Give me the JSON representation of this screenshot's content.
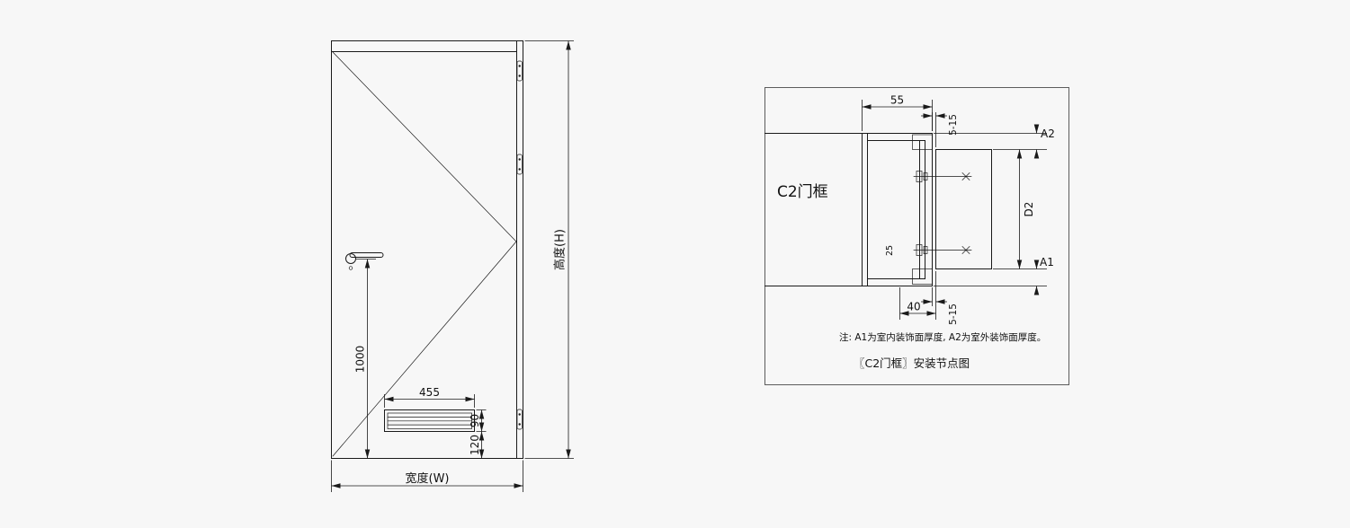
{
  "page": {
    "background": "#f7f7f7",
    "line_color": "#1a1a1a",
    "description_kind": "door elevation and frame installation detail drawing"
  },
  "door_elevation": {
    "dims": {
      "louver_width": "455",
      "louver_height": "90",
      "louver_bottom": "120",
      "handle_height": "1000",
      "height_label": "高度(H)",
      "width_label": "宽度(W)"
    }
  },
  "frame_detail": {
    "frame_label": "C2门框",
    "dims": {
      "frame_depth": "55",
      "gap_top": "5-15",
      "finish_outdoor": "A2",
      "wall_thickness": "D2",
      "finish_indoor": "A1",
      "flange_width": "40",
      "gap_bottom": "5-15",
      "frame_back": "25"
    },
    "note": "注: A1为室内装饰面厚度, A2为室外装饰面厚度。",
    "title": "〖C2门框〗安装节点图"
  }
}
